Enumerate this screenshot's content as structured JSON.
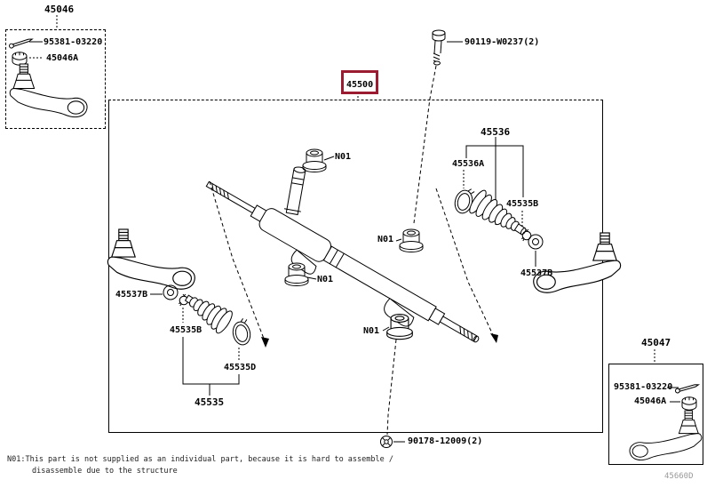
{
  "page": {
    "highlight_color": "#9b1b30",
    "corner_code": "45660D",
    "note": {
      "line1": "N01:This part is not supplied as an individual part, because it is hard to assemble /",
      "line2": "disassemble due to the structure"
    },
    "callouts": {
      "main": "45500",
      "bolt": "90119-W0237(2)",
      "nut": "90178-12009(2)",
      "n01": "N01",
      "tl_box": {
        "title": "45046",
        "pin": "95381-03220",
        "castle_nut": "45046A"
      },
      "br_box": {
        "title": "45047",
        "pin": "95381-03220",
        "castle_nut": "45046A"
      },
      "right_group": {
        "boot_assy": "45536",
        "clamp": "45536A",
        "clip": "45535B",
        "lock_nut": "45537B"
      },
      "left_group": {
        "lock_nut": "45537B",
        "clip": "45535B",
        "clamp": "45535D",
        "boot_assy": "45535"
      }
    }
  }
}
